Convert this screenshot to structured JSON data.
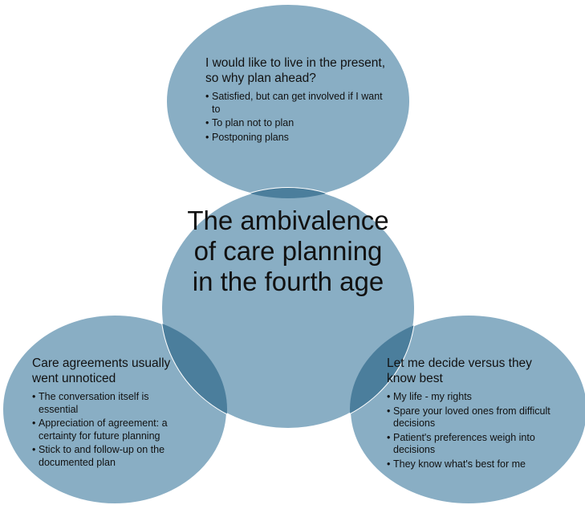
{
  "colors": {
    "bubble_fill": "#89aec4",
    "bubble_stroke": "#ffffff",
    "overlap_fill": "#4b7e9c",
    "text": "#111111"
  },
  "center": {
    "title": "The ambivalence of care planning  in the fourth age"
  },
  "top": {
    "title": "I would like to live in the present, so why plan ahead?",
    "items": [
      "Satisfied, but can get involved if I want to",
      "To plan not to plan",
      "Postponing plans"
    ]
  },
  "left": {
    "title": "Care agreements usually went unnoticed",
    "items": [
      "The conversation itself is essential",
      "Appreciation of agreement: a certainty for future planning",
      "Stick to and follow-up on the documented plan"
    ]
  },
  "right": {
    "title": "Let me decide versus they know best",
    "items": [
      "My life - my rights",
      "Spare your loved ones from difficult decisions",
      "Patient's preferences weigh into decisions",
      "They know what's best for me"
    ]
  }
}
